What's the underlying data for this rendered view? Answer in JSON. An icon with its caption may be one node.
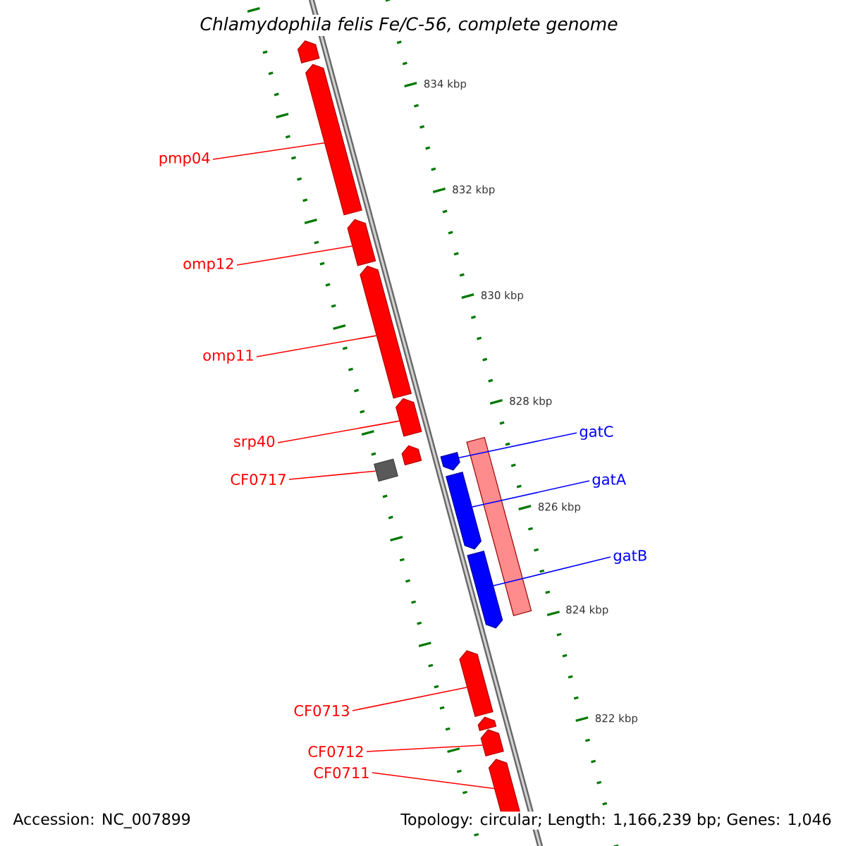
{
  "diagram": {
    "title": "Chlamydophila felis Fe/C-56, complete genome",
    "nodes": [
      {
        "text": [
          "pmp04"
        ]
      },
      {
        "text": [
          "omp12"
        ]
      },
      {
        "text": [
          "omp11"
        ]
      },
      {
        "text": [
          "srp40"
        ]
      },
      {
        "text": [
          "CF0717"
        ]
      },
      {
        "text": [
          "gatC"
        ]
      },
      {
        "text": [
          "gatA"
        ]
      },
      {
        "text": [
          "gatB"
        ]
      },
      {
        "text": [
          "CF0713"
        ]
      },
      {
        "text": [
          "CF0712"
        ]
      },
      {
        "text": [
          "CF0711"
        ]
      },
      {
        "text": [],
        "shape": "pentagon"
      },
      {
        "text": [],
        "shape": "pentagon"
      },
      {
        "text": [],
        "shape": "pentagon"
      },
      {
        "text": [],
        "shape": "pentagon"
      },
      {
        "text": [],
        "shape": "pentagon"
      },
      {
        "text": [],
        "shape": "pentagon"
      },
      {
        "text": [],
        "shape": "box"
      },
      {
        "text": [],
        "shape": "pentagon"
      },
      {
        "text": [],
        "shape": "bar"
      },
      {
        "text": [],
        "shape": "pentagon"
      },
      {
        "text": [],
        "shape": "pentagon"
      },
      {
        "text": [],
        "shape": "pentagon"
      },
      {
        "text": [],
        "shape": "pentagon"
      },
      {
        "text": [],
        "shape": "pentagon"
      },
      {
        "text": [],
        "shape": "pentagon"
      }
    ],
    "edges": [
      {
        "from": 0,
        "to": 12,
        "arrow": "none"
      },
      {
        "from": 1,
        "to": 13,
        "arrow": "none"
      },
      {
        "from": 2,
        "to": 14,
        "arrow": "none"
      },
      {
        "from": 3,
        "to": 15,
        "arrow": "none"
      },
      {
        "from": 4,
        "to": 17,
        "arrow": "none"
      },
      {
        "from": 5,
        "to": 18,
        "arrow": "none",
        "color": "#0000ff"
      },
      {
        "from": 6,
        "to": 20,
        "arrow": "none",
        "color": "#0000ff"
      },
      {
        "from": 7,
        "to": 21,
        "arrow": "none",
        "color": "#0000ff"
      },
      {
        "from": 8,
        "to": 22,
        "arrow": "none"
      },
      {
        "from": 9,
        "to": 24,
        "arrow": "none"
      },
      {
        "from": 10,
        "to": 25,
        "arrow": "none"
      }
    ],
    "labels": [
      "834 kbp",
      "832 kbp",
      "830 kbp",
      "828 kbp",
      "826 kbp",
      "824 kbp",
      "822 kbp",
      "Accession: NC_007899",
      "Topology: circular; Length: 1,166,239 bp; Genes: 1,046"
    ]
  }
}
